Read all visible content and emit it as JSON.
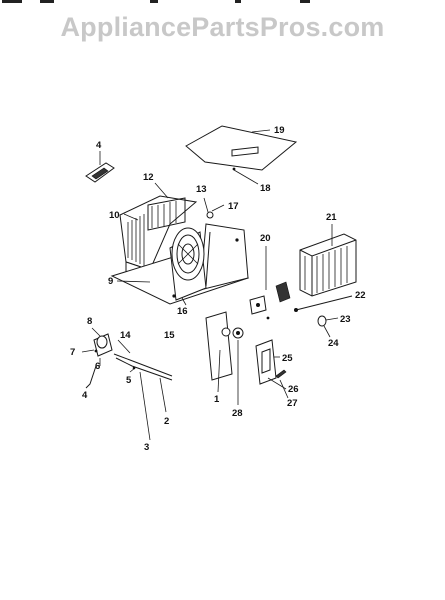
{
  "watermark": "AppliancePartsPros.com",
  "callouts": {
    "c1": "1",
    "c2": "2",
    "c3": "3",
    "c4a": "4",
    "c4b": "4",
    "c5": "5",
    "c6": "6",
    "c7": "7",
    "c8": "8",
    "c9": "9",
    "c10": "10",
    "c12": "12",
    "c13": "13",
    "c14": "14",
    "c15": "15",
    "c16": "16",
    "c17": "17",
    "c18": "18",
    "c19": "19",
    "c20": "20",
    "c21": "21",
    "c22": "22",
    "c23": "23",
    "c24": "24",
    "c25": "25",
    "c26": "26",
    "c27": "27",
    "c28": "28"
  }
}
